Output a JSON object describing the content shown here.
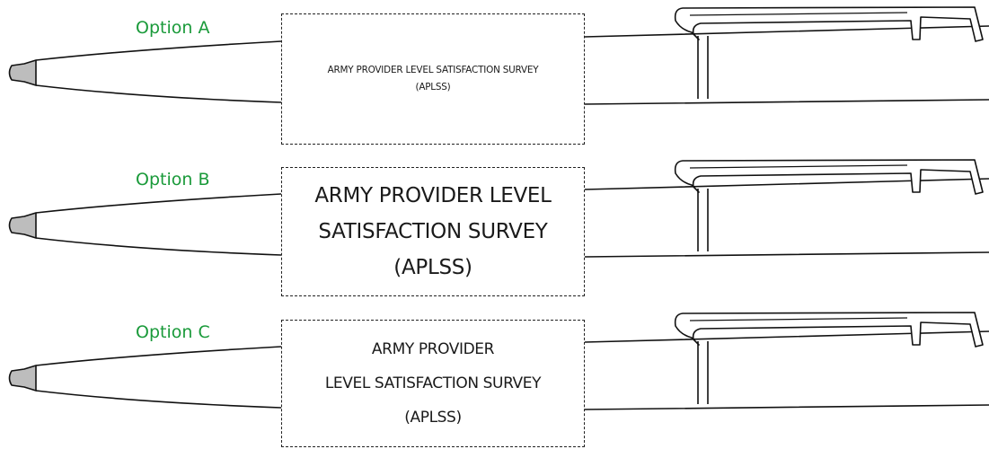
{
  "label_color": "#1a9a3a",
  "options": [
    {
      "label": "Option  A",
      "imprint_lines": [
        "ARMY PROVIDER LEVEL SATISFACTION SURVEY",
        "(APLSS)"
      ]
    },
    {
      "label": "Option B",
      "imprint_lines": [
        "ARMY PROVIDER LEVEL",
        "SATISFACTION SURVEY",
        "(APLSS)"
      ]
    },
    {
      "label": "Option C",
      "imprint_lines": [
        "ARMY PROVIDER",
        "LEVEL SATISFACTION SURVEY",
        "(APLSS)"
      ]
    }
  ]
}
